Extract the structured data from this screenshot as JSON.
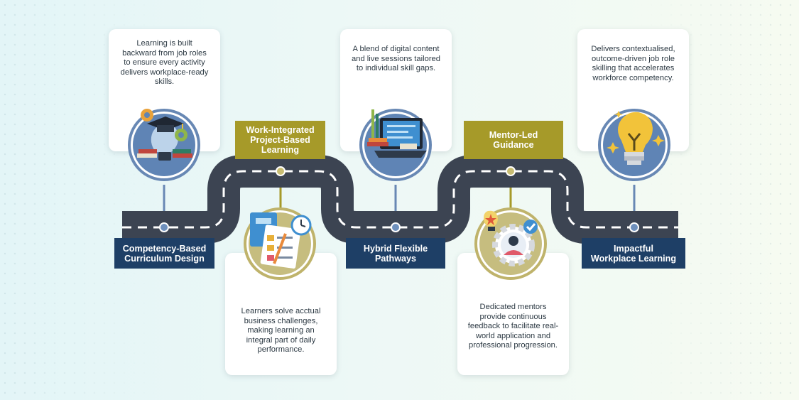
{
  "colors": {
    "navy": "#1e3f66",
    "olive": "#a69a29",
    "road": "#3c4452",
    "card_text": "#2d3a44"
  },
  "stages": [
    {
      "title": "Competency-Based\nCurriculum Design",
      "description": "Learning is built backward from job roles to ensure every activity delivers workplace-ready skills.",
      "icon": "graduation-cap-lightbulb-gears-icon"
    },
    {
      "title": "Work-Integrated\nProject-Based\nLearning",
      "description": "Learners solve acctual business challenges, making learning an integral part of daily performance.",
      "icon": "documents-checklist-clock-icon"
    },
    {
      "title": "Hybrid Flexible\nPathways",
      "description": "A blend of digital content and live sessions tailored to individual skill gaps.",
      "icon": "laptop-books-icon"
    },
    {
      "title": "Mentor-Led\nGuidance",
      "description": "Dedicated mentors provide continuous feedback to facilitate real-world application and professional progression.",
      "icon": "mentor-gear-lightbulb-icon"
    },
    {
      "title": "Impactful\nWorkplace Learning",
      "description": "Delivers contextualised, outcome-driven job role skilling that accelerates workforce competency.",
      "icon": "bright-lightbulb-icon"
    }
  ]
}
